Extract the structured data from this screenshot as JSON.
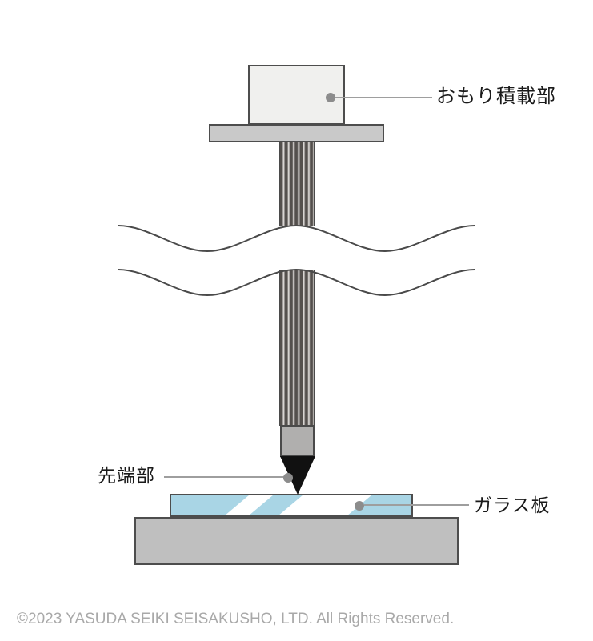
{
  "diagram": {
    "type": "pencil-scratch-hardness-tester-schematic",
    "callouts": [
      {
        "label": "おもり積載部",
        "target": "weight-loading-box",
        "side": "right"
      },
      {
        "label": "先端部",
        "target": "pencil-tip",
        "side": "left"
      },
      {
        "label": "ガラス板",
        "target": "glass-plate",
        "side": "right"
      }
    ],
    "parts": [
      "weight-loading-box",
      "flange-plate",
      "fluted-shaft",
      "break-lines",
      "ferrule",
      "pencil-tip",
      "glass-plate",
      "base-platform"
    ],
    "colors": {
      "background": "#ffffff",
      "outline": "#4d4d4d",
      "weight_box_fill": "#f0f0ee",
      "flange_fill": "#c9c9c9",
      "shaft_dark": "#54504d",
      "shaft_light": "#ece9e6",
      "ferrule_fill": "#b0afae",
      "tip_fill": "#111111",
      "glass_fill": "#a9d5e5",
      "glass_highlight": "#ffffff",
      "base_fill": "#bfbfbf",
      "callout_line": "#9e9e9e",
      "callout_dot": "#8c8c8c",
      "label_text": "#1a1a1a",
      "copyright_text": "#a9a9a9"
    }
  },
  "footer": {
    "copyright": "©2023 YASUDA SEIKI SEISAKUSHO, LTD. All Rights Reserved."
  }
}
